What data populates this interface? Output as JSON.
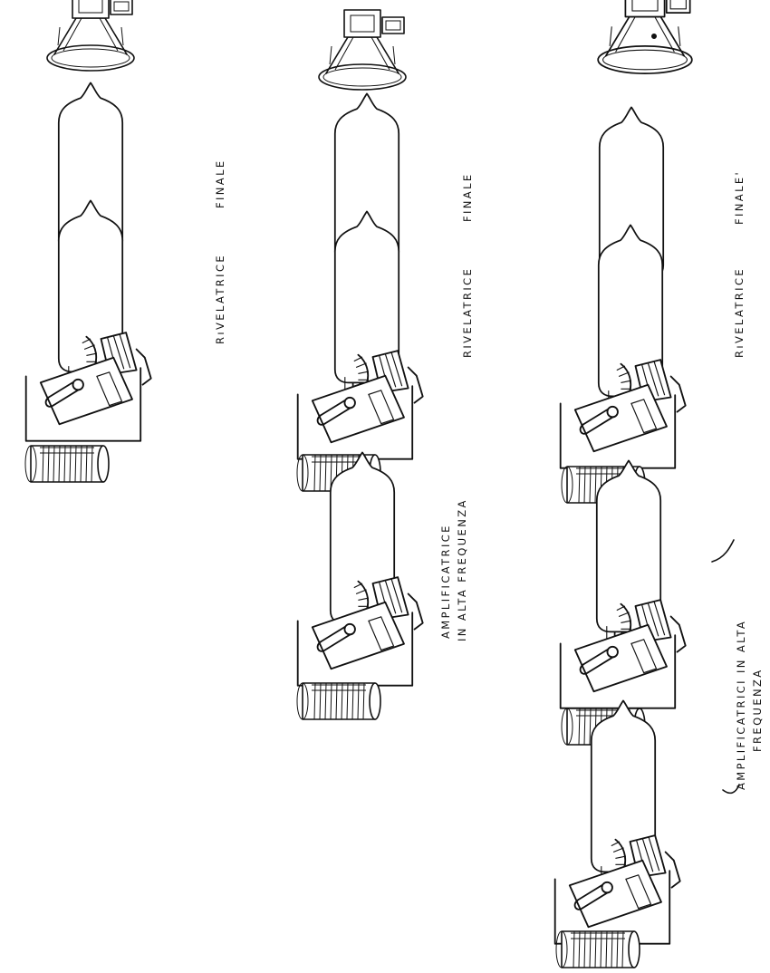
{
  "labels": {
    "rivelatrice": "RIVELATRICE",
    "rivelatrice_dotted": "RıVELATRICE",
    "finale": "FINALE",
    "finale_quote": "FINALE'",
    "amplificatrice_line1": "AMPLIFICATRICE",
    "amplificatrice_line2": "IN ALTA FREQUENZA",
    "amplificatrici_line1": "AMPLIFICATRICI IN ALTA",
    "amplificatrici_line2": "FREQUENZA"
  },
  "icons": [
    "speaker-icon",
    "vacuum-tube-icon",
    "variable-capacitor-icon",
    "coil-icon",
    "arrow-icon"
  ]
}
